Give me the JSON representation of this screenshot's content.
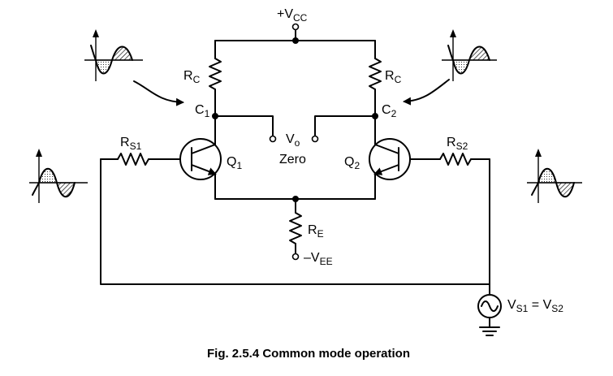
{
  "labels": {
    "vcc": {
      "main": "+V",
      "sub": "CC"
    },
    "rc_left": {
      "main": "R",
      "sub": "C"
    },
    "rc_right": {
      "main": "R",
      "sub": "C"
    },
    "c1": {
      "main": "C",
      "sub": "1"
    },
    "c2": {
      "main": "C",
      "sub": "2"
    },
    "vo": {
      "main": "V",
      "sub": "o"
    },
    "zero": "Zero",
    "q1": {
      "main": "Q",
      "sub": "1"
    },
    "q2": {
      "main": "Q",
      "sub": "2"
    },
    "rs1": {
      "main": "R",
      "sub": "S1"
    },
    "rs2": {
      "main": "R",
      "sub": "S2"
    },
    "re": {
      "main": "R",
      "sub": "E"
    },
    "vee": {
      "main": "–V",
      "sub": "EE"
    },
    "source": {
      "a_main": "V",
      "a_sub": "S1",
      "eq": " = V",
      "b_sub": "S2"
    }
  },
  "caption": "Fig. 2.5.4 Common mode operation"
}
